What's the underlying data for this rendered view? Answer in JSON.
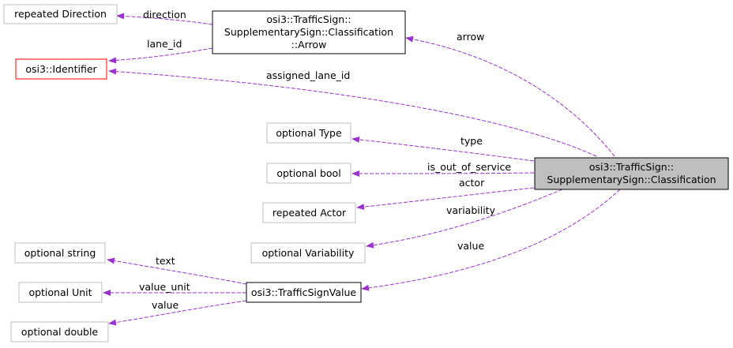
{
  "nodes": {
    "repeated_direction": "repeated Direction",
    "arrow_l1": "osi3::TrafficSign::",
    "arrow_l2": "SupplementarySign::Classification",
    "arrow_l3": "::Arrow",
    "identifier": "osi3::Identifier",
    "optional_type": "optional Type",
    "optional_bool": "optional bool",
    "repeated_actor": "repeated Actor",
    "optional_variability": "optional Variability",
    "optional_string": "optional string",
    "optional_unit": "optional Unit",
    "optional_double": "optional double",
    "traffic_sign_value": "osi3::TrafficSignValue",
    "classification_l1": "osi3::TrafficSign::",
    "classification_l2": "SupplementarySign::Classification"
  },
  "edges": {
    "direction": "direction",
    "lane_id": "lane_id",
    "arrow": "arrow",
    "assigned_lane_id": "assigned_lane_id",
    "type": "type",
    "is_out_of_service": "is_out_of_service",
    "actor": "actor",
    "variability": "variability",
    "value_top": "value",
    "text": "text",
    "value_unit": "value_unit",
    "value_bottom": "value"
  },
  "colors": {
    "edge": "#9a32cd",
    "box_border_grey": "#bfbfbf",
    "box_border_black": "#000000",
    "box_border_red": "#ff0000",
    "focus_fill": "#bfbfbf"
  }
}
